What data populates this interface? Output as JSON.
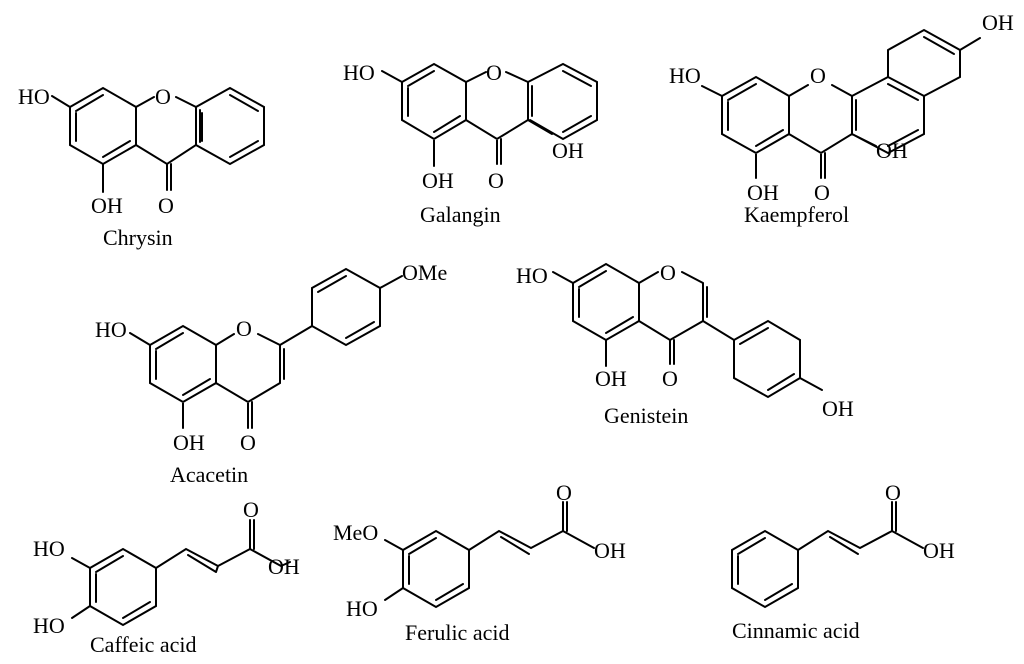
{
  "compounds": [
    {
      "name": "Chrysin",
      "labels": {
        "r7": "HO",
        "o1": "O",
        "c4o": "O",
        "r5": "OH"
      }
    },
    {
      "name": "Galangin",
      "labels": {
        "r7": "HO",
        "o1": "O",
        "c4o": "O",
        "r5": "OH",
        "r3": "OH"
      }
    },
    {
      "name": "Kaempferol",
      "labels": {
        "r7": "HO",
        "o1": "O",
        "c4o": "O",
        "r5": "OH",
        "r3": "OH",
        "r4p": "OH"
      }
    },
    {
      "name": "Acacetin",
      "labels": {
        "r7": "HO",
        "o1": "O",
        "c4o": "O",
        "r5": "OH",
        "r4p": "OMe"
      }
    },
    {
      "name": "Genistein",
      "labels": {
        "r7": "HO",
        "o1": "O",
        "c4o": "O",
        "r5": "OH",
        "r4p": "OH"
      }
    },
    {
      "name": "Caffeic acid",
      "labels": {
        "r3": "HO",
        "r4": "HO",
        "co": "O",
        "oh": "OH"
      }
    },
    {
      "name": "Ferulic acid",
      "labels": {
        "r3": "MeO",
        "r4": "HO",
        "co": "O",
        "oh": "OH"
      }
    },
    {
      "name": "Cinnamic acid",
      "labels": {
        "co": "O",
        "oh": "OH"
      }
    }
  ]
}
